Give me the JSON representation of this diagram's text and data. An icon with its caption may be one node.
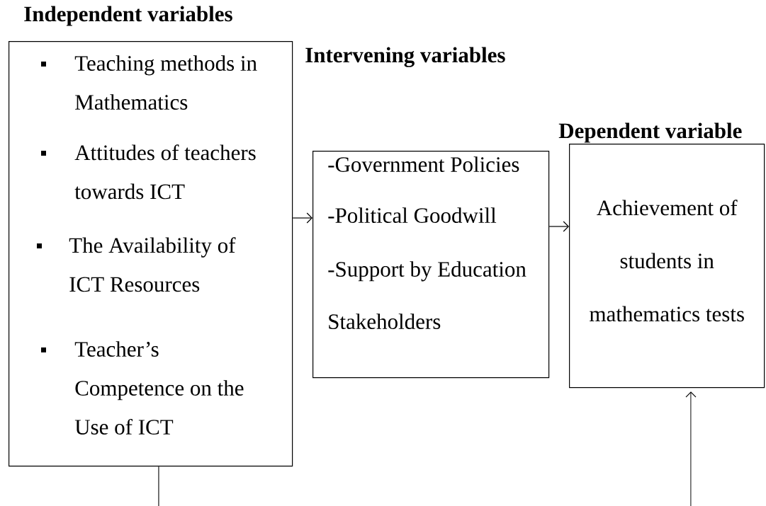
{
  "diagram": {
    "nodes": [
      {
        "text": [
          "Independent variables",
          "Teaching methods in Mathematics",
          "Attitudes of teachers towards ICT",
          "The Availability of ICT Resources",
          "Teacher’s Competence on the Use of ICT"
        ]
      },
      {
        "text": [
          "-Government Policies",
          "-Political Goodwill",
          "-Support by Education Stakeholders"
        ]
      },
      {
        "text": [
          "Dependent variable",
          "Achievement of students in mathematics tests"
        ]
      }
    ],
    "edges": [
      {
        "from": 0,
        "to": 1,
        "arrow": "to"
      },
      {
        "from": 1,
        "to": 2,
        "arrow": "to"
      },
      {
        "from": null,
        "to": 2,
        "arrow": "to"
      },
      {
        "from": 0,
        "to": null,
        "arrow": "none"
      }
    ],
    "labels": [
      "Intervening variables"
    ]
  }
}
